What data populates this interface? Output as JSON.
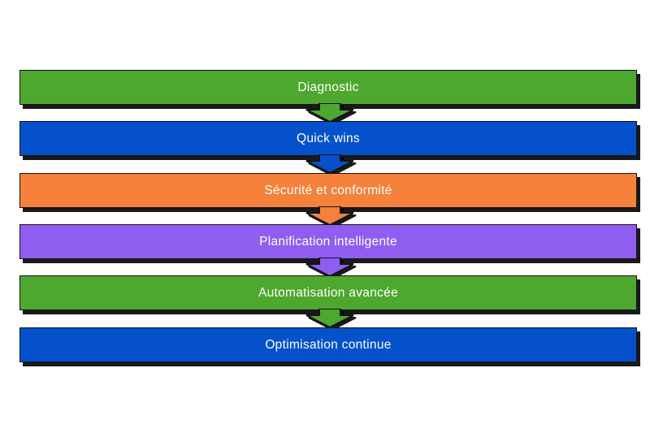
{
  "diagram": {
    "type": "process-flow-vertical",
    "background_color": "#ffffff",
    "outline_color": "#141414",
    "shadow_color": "#080808",
    "label_text_color": "#ffffff",
    "steps": [
      {
        "label": "Diagnostic",
        "color": "#4EA72E"
      },
      {
        "label": "Quick wins",
        "color": "#0551CB"
      },
      {
        "label": "Sécurité et conformité",
        "color": "#F5813A"
      },
      {
        "label": "Planification intelligente",
        "color": "#8F5DF0"
      },
      {
        "label": "Automatisation avancée",
        "color": "#4EA72E"
      },
      {
        "label": "Optimisation continue",
        "color": "#0551CB"
      }
    ]
  }
}
